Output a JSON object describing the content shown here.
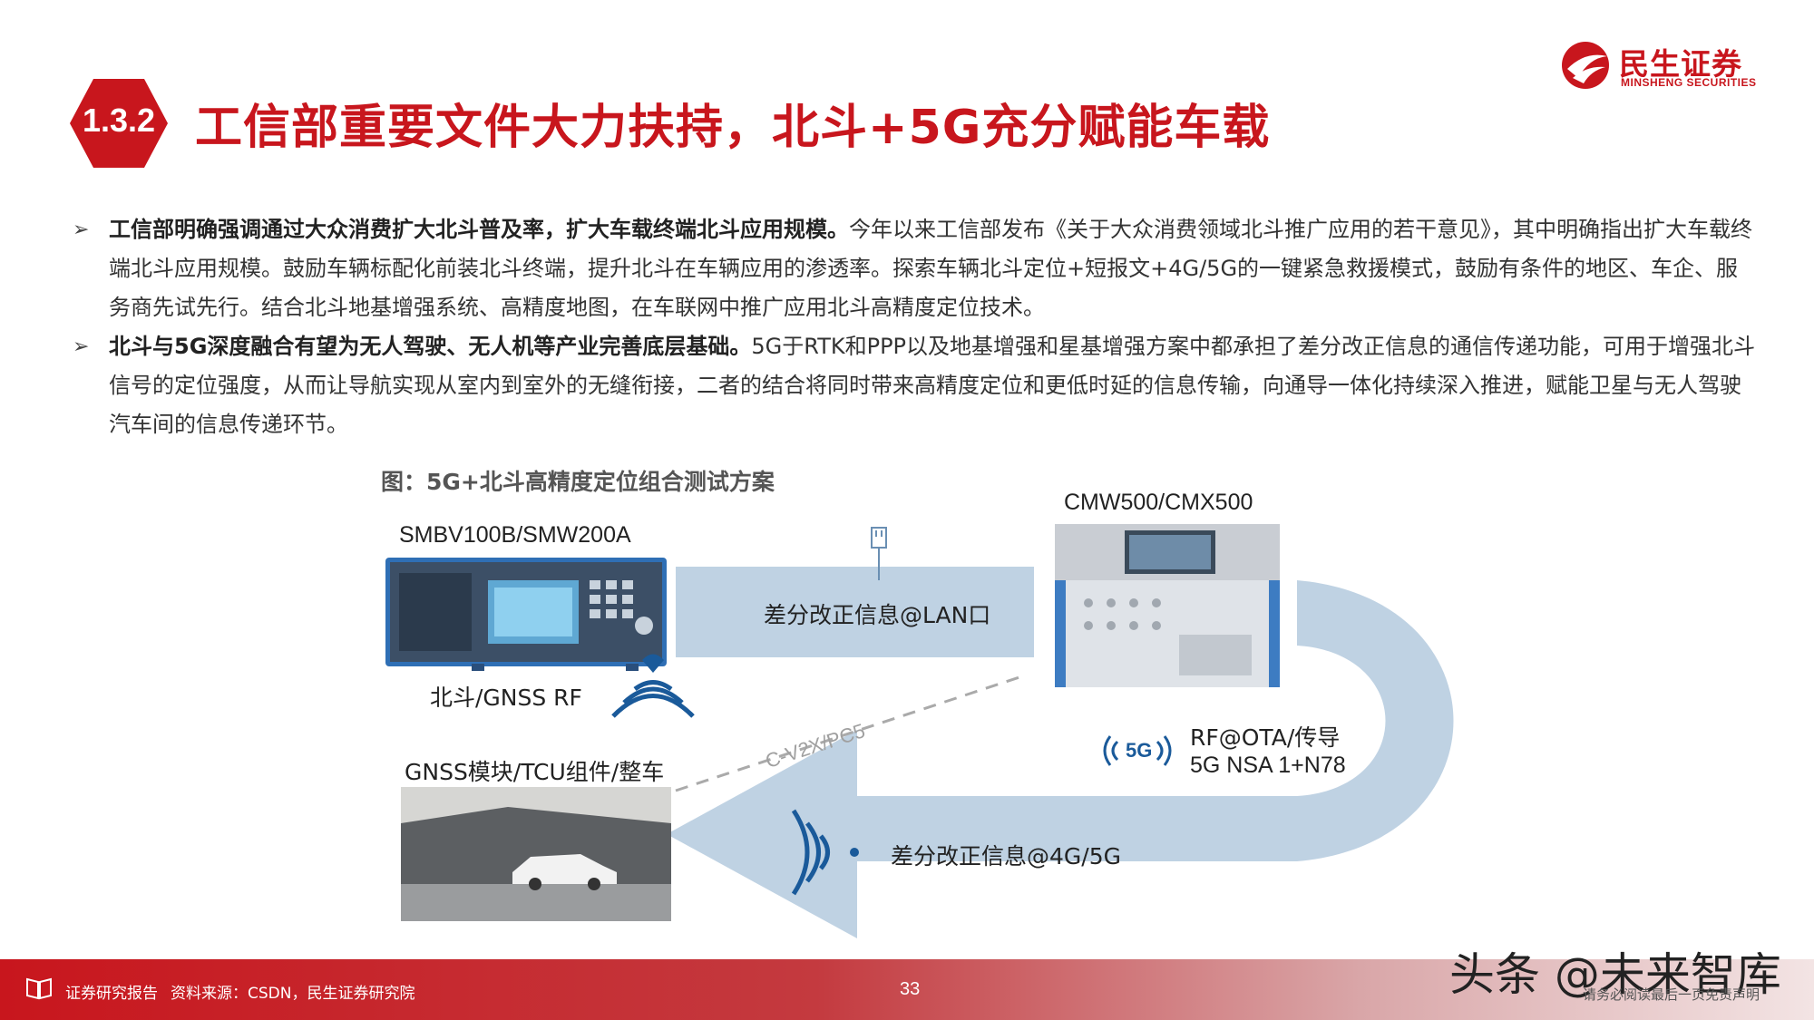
{
  "header": {
    "section_number": "1.3.2",
    "title": "工信部重要文件大力扶持，北斗+5G充分赋能车载",
    "brand_name": "民生证券",
    "brand_name_en": "MINSHENG SECURITIES",
    "accent_color": "#c8161d"
  },
  "bullets": [
    {
      "lead": "工信部明确强调通过大众消费扩大北斗普及率，扩大车载终端北斗应用规模。",
      "text": "今年以来工信部发布《关于大众消费领域北斗推广应用的若干意见》，其中明确指出扩大车载终端北斗应用规模。鼓励车辆标配化前装北斗终端，提升北斗在车辆应用的渗透率。探索车辆北斗定位+短报文+4G/5G的一键紧急救援模式，鼓励有条件的地区、车企、服务商先试先行。结合北斗地基增强系统、高精度地图，在车联网中推广应用北斗高精度定位技术。"
    },
    {
      "lead": "北斗与5G深度融合有望为无人驾驶、无人机等产业完善底层基础。",
      "text": "5G于RTK和PPP以及地基增强和星基增强方案中都承担了差分改正信息的通信传递功能，可用于增强北斗信号的定位强度，从而让导航实现从室内到室外的无缝衔接，二者的结合将同时带来高精度定位和更低时延的信息传输，向通导一体化持续深入推进，赋能卫星与无人驾驶汽车间的信息传递环节。"
    }
  ],
  "figure": {
    "title": "图：5G+北斗高精度定位组合测试方案",
    "labels": {
      "generator": "SMBV100B/SMW200A",
      "tester": "CMW500/CMX500",
      "lan": "差分改正信息@LAN口",
      "gnss_rf": "北斗/GNSS RF",
      "v2x": "C-V2X/PC5",
      "module": "GNSS模块/TCU组件/整车",
      "ota": "RF@OTA/传导",
      "nsa": "5G NSA 1+N78",
      "badge_5g": "5G",
      "bottom": "差分改正信息@4G/5G"
    }
  },
  "footer": {
    "report_type": "证券研究报告",
    "source": "资料来源：CSDN，民生证券研究院",
    "page_number": "33",
    "watermark": "头条 @未来智库",
    "disclaimer": "请务必阅读最后一页免责声明"
  }
}
